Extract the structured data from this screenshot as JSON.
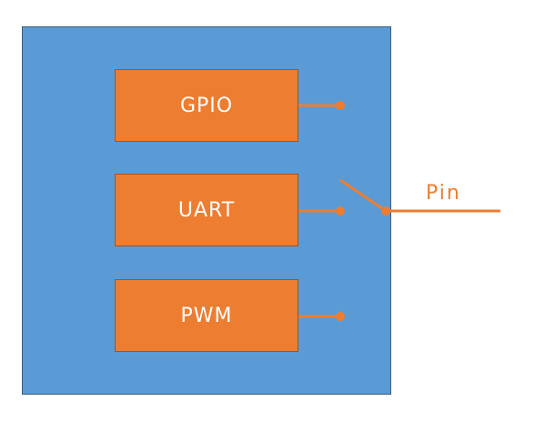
{
  "colors": {
    "chip": "#5b9bd5",
    "block": "#ed7d31",
    "wire": "#ed7d31",
    "label": "#ed7d31"
  },
  "blocks": [
    {
      "label": "GPIO"
    },
    {
      "label": "UART"
    },
    {
      "label": "PWM"
    }
  ],
  "pin": {
    "label": "Pin"
  }
}
